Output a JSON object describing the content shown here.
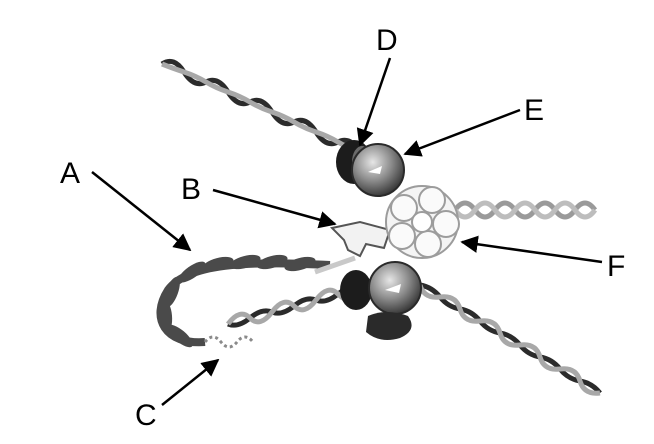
{
  "labels": {
    "a": "A",
    "b": "B",
    "c": "C",
    "d": "D",
    "e": "E",
    "f": "F"
  },
  "colors": {
    "dark_strand": "#2b2b2b",
    "light_strand": "#9a9a9a",
    "okazaki_leaf": "#4a4a4a",
    "protein_dark": "#1c1c1c",
    "protein_mid": "#6a6a6a",
    "helicase_fill": "#f4f4f4",
    "arrow": "#000000"
  }
}
